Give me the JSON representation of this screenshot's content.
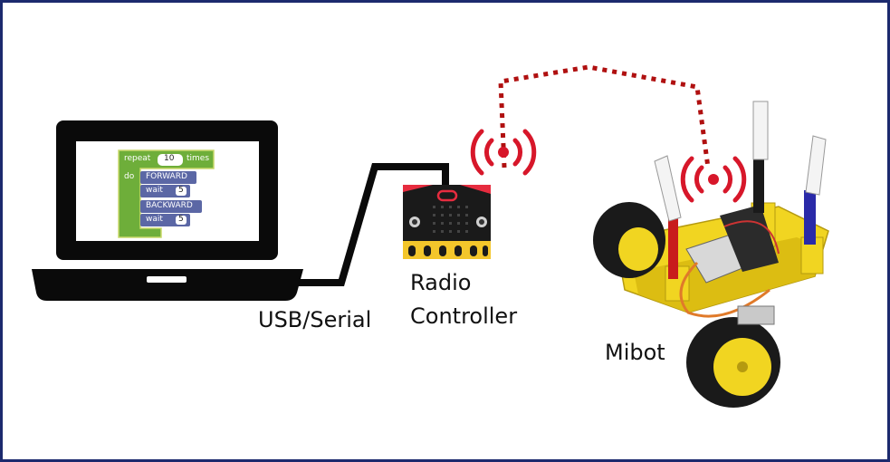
{
  "labels": {
    "usb_serial": "USB/Serial",
    "radio_line1": "Radio",
    "radio_line2": "Controller",
    "robot": "Mibot"
  },
  "blocks": {
    "repeat": "repeat",
    "repeat_count": "10",
    "times": "times",
    "do": "do",
    "forward": "FORWARD",
    "wait1": "wait",
    "wait1_value": "5",
    "backward": "BACKWARD",
    "wait2": "wait",
    "wait2_value": "5"
  },
  "colors": {
    "frame": "#1c2a6e",
    "radio_signal": "#d7172a",
    "dotted_link": "#b01010",
    "repeat_block": "#6eae3a",
    "motion_block": "#5b67a5",
    "robot_body": "#f1d521",
    "microbit": "#1a1a1a"
  }
}
